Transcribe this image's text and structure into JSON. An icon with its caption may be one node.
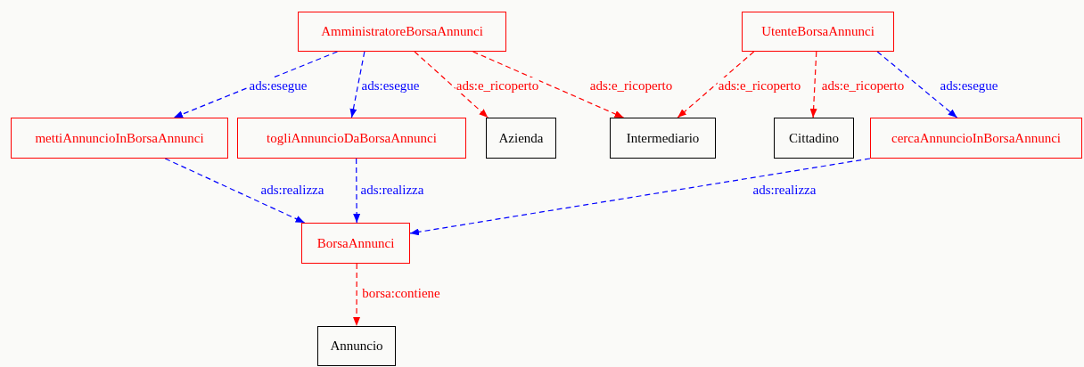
{
  "diagram": {
    "nodes": [
      {
        "text": [
          "AmministratoreBorsaAnnunci"
        ]
      },
      {
        "text": [
          "UtenteBorsaAnnunci"
        ]
      },
      {
        "text": [
          "mettiAnnuncioInBorsaAnnunci"
        ]
      },
      {
        "text": [
          "togliAnnuncioDaBorsaAnnunci"
        ]
      },
      {
        "text": [
          "Azienda"
        ]
      },
      {
        "text": [
          "Intermediario"
        ]
      },
      {
        "text": [
          "Cittadino"
        ]
      },
      {
        "text": [
          "cercaAnnuncioInBorsaAnnunci"
        ]
      },
      {
        "text": [
          "BorsaAnnunci"
        ]
      },
      {
        "text": [
          "Annuncio"
        ]
      }
    ],
    "edges": [
      {
        "from": 0,
        "to": 2,
        "arrow": "to",
        "label": "ads:esegue",
        "style": "dashed",
        "color": "#0000ff"
      },
      {
        "from": 0,
        "to": 3,
        "arrow": "to",
        "label": "ads:esegue",
        "style": "dashed",
        "color": "#0000ff"
      },
      {
        "from": 0,
        "to": 4,
        "arrow": "to",
        "label": "ads:e_ricoperto",
        "style": "dashed",
        "color": "#ff0000"
      },
      {
        "from": 0,
        "to": 5,
        "arrow": "to",
        "label": "ads:e_ricoperto",
        "style": "dashed",
        "color": "#ff0000"
      },
      {
        "from": 1,
        "to": 5,
        "arrow": "to",
        "label": "ads:e_ricoperto",
        "style": "dashed",
        "color": "#ff0000"
      },
      {
        "from": 1,
        "to": 6,
        "arrow": "to",
        "label": "ads:e_ricoperto",
        "style": "dashed",
        "color": "#ff0000"
      },
      {
        "from": 1,
        "to": 7,
        "arrow": "to",
        "label": "ads:esegue",
        "style": "dashed",
        "color": "#0000ff"
      },
      {
        "from": 2,
        "to": 8,
        "arrow": "to",
        "label": "ads:realizza",
        "style": "dashed",
        "color": "#0000ff"
      },
      {
        "from": 3,
        "to": 8,
        "arrow": "to",
        "label": "ads:realizza",
        "style": "dashed",
        "color": "#0000ff"
      },
      {
        "from": 7,
        "to": 8,
        "arrow": "to",
        "label": "ads:realizza",
        "style": "dashed",
        "color": "#0000ff"
      },
      {
        "from": 8,
        "to": 9,
        "arrow": "to",
        "label": "borsa:contiene",
        "style": "dashed",
        "color": "#ff0000"
      }
    ]
  }
}
